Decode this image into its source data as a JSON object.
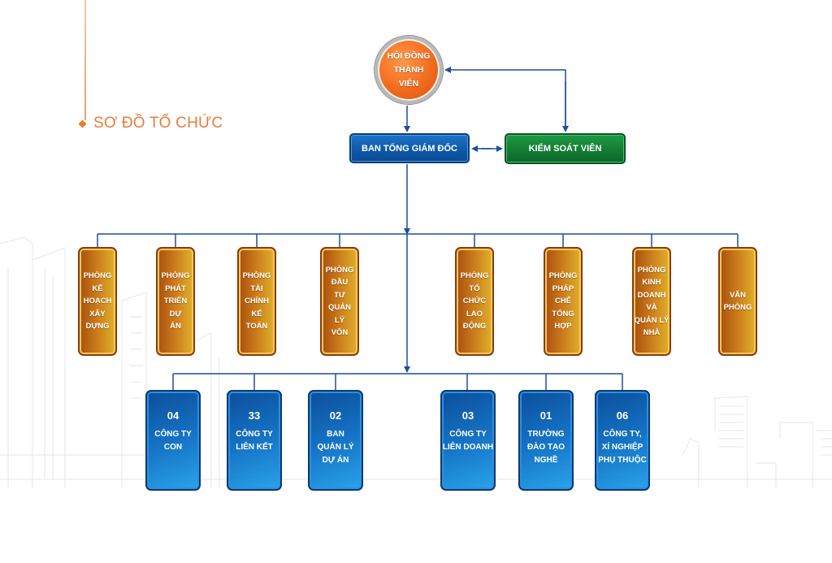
{
  "page": {
    "title": "SƠ ĐỒ TỔ CHỨC"
  },
  "colors": {
    "title_orange": "#e97c3b",
    "board_orange": "#f26a1b",
    "executive_blue": "#0e58a8",
    "supervisor_green": "#127a33",
    "department_gold": "#c9781a",
    "unit_blue": "#1572c4",
    "connector_blue": "#1d4f9a"
  },
  "org": {
    "board": {
      "label": "HỘI ĐỒNG\nTHÀNH VIÊN"
    },
    "executive": {
      "label": "BAN TỔNG GIÁM ĐỐC"
    },
    "supervisor": {
      "label": "KIỂM SOÁT VIÊN"
    },
    "departments": [
      {
        "label": "PHÒNG\nKẾ\nHOẠCH\nXÂY\nDỰNG"
      },
      {
        "label": "PHÒNG\nPHÁT\nTRIỂN\nDỰ\nÁN"
      },
      {
        "label": "PHÒNG\nTÀI\nCHÍNH\nKẾ\nTOÁN"
      },
      {
        "label": "PHÒNG\nĐẦU\nTƯ\nQUẢN\nLÝ\nVỐN"
      },
      {
        "label": "PHÒNG\nTỔ\nCHỨC\nLAO\nĐỘNG"
      },
      {
        "label": "PHÒNG\nPHÁP\nCHẾ\nTỔNG\nHỢP"
      },
      {
        "label": "PHÒNG\nKINH\nDOANH\nVÀ\nQUẢN LÝ\nNHÀ"
      },
      {
        "label": "VĂN\nPHÒNG"
      }
    ],
    "units": [
      {
        "count": "04",
        "label": "CÔNG TY\nCON"
      },
      {
        "count": "33",
        "label": "CÔNG TY\nLIÊN KẾT"
      },
      {
        "count": "02",
        "label": "BAN\nQUẢN LÝ\nDỰ ÁN"
      },
      {
        "count": "03",
        "label": "CÔNG TY\nLIÊN DOANH"
      },
      {
        "count": "01",
        "label": "TRƯỜNG\nĐÀO TẠO\nNGHỀ"
      },
      {
        "count": "06",
        "label": "CÔNG TY,\nXÍ NGHIỆP\nPHỤ THUỘC"
      }
    ]
  }
}
